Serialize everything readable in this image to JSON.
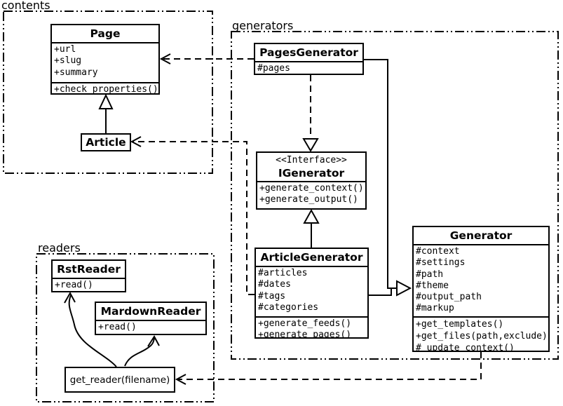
{
  "diagram_title": "UML class diagram",
  "packages": {
    "contents": {
      "label": "contents"
    },
    "generators": {
      "label": "generators"
    },
    "readers": {
      "label": "readers"
    }
  },
  "classes": {
    "page": {
      "name": "Page",
      "attributes": [
        "+url",
        "+slug",
        "+summary"
      ],
      "methods": [
        "+check_properties()"
      ]
    },
    "article": {
      "name": "Article"
    },
    "pages_generator": {
      "name": "PagesGenerator",
      "attributes": [
        "#pages"
      ]
    },
    "igenerator": {
      "stereotype": "<<Interface>>",
      "name": "IGenerator",
      "methods": [
        "+generate_context()",
        "+generate_output()"
      ]
    },
    "article_generator": {
      "name": "ArticleGenerator",
      "attributes": [
        "#articles",
        "#dates",
        "#tags",
        "#categories"
      ],
      "methods": [
        "+generate_feeds()",
        "+generate_pages()"
      ]
    },
    "generator": {
      "name": "Generator",
      "attributes": [
        "#context",
        "#settings",
        "#path",
        "#theme",
        "#output_path",
        "#markup"
      ],
      "methods": [
        "+get_templates()",
        "+get_files(path,exclude)",
        "#_update_context()"
      ]
    },
    "rst_reader": {
      "name": "RstReader",
      "methods": [
        "+read()"
      ]
    },
    "mardown_reader": {
      "name": "MardownReader",
      "methods": [
        "+read()"
      ]
    },
    "get_reader": {
      "label": "get_reader(filename)"
    }
  },
  "relationships": [
    {
      "from": "Article",
      "to": "Page",
      "type": "inheritance"
    },
    {
      "from": "PagesGenerator",
      "to": "Page",
      "type": "dependency"
    },
    {
      "from": "ArticleGenerator",
      "to": "Article",
      "type": "dependency"
    },
    {
      "from": "PagesGenerator",
      "to": "IGenerator",
      "type": "realization"
    },
    {
      "from": "ArticleGenerator",
      "to": "IGenerator",
      "type": "inheritance"
    },
    {
      "from": "PagesGenerator",
      "to": "Generator",
      "type": "inheritance"
    },
    {
      "from": "ArticleGenerator",
      "to": "Generator",
      "type": "inheritance"
    },
    {
      "from": "Generator",
      "to": "get_reader(filename)",
      "type": "dependency"
    },
    {
      "from": "get_reader(filename)",
      "to": "RstReader",
      "type": "association"
    },
    {
      "from": "get_reader(filename)",
      "to": "MardownReader",
      "type": "association"
    }
  ],
  "colors": {
    "stroke": "#000000",
    "background": "#ffffff"
  }
}
